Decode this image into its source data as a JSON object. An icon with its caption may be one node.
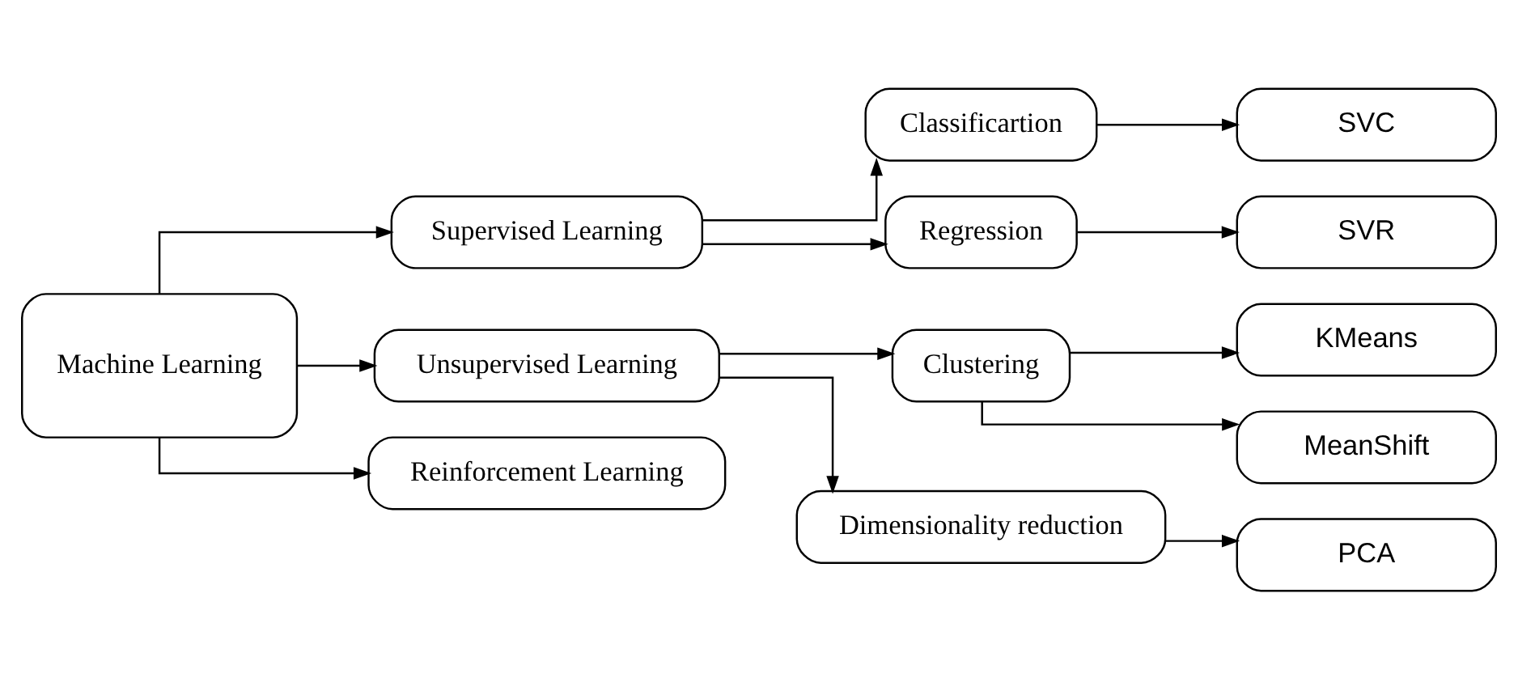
{
  "diagram": {
    "nodes": [
      {
        "text": [
          "Machine Learning"
        ]
      },
      {
        "text": [
          "Supervised Learning"
        ]
      },
      {
        "text": [
          "Unsupervised Learning"
        ]
      },
      {
        "text": [
          "Reinforcement Learning"
        ]
      },
      {
        "text": [
          "Classificartion"
        ]
      },
      {
        "text": [
          "Regression"
        ]
      },
      {
        "text": [
          "Clustering"
        ]
      },
      {
        "text": [
          "Dimensionality reduction"
        ]
      },
      {
        "text": [
          "SVC"
        ]
      },
      {
        "text": [
          "SVR"
        ]
      },
      {
        "text": [
          "KMeans"
        ]
      },
      {
        "text": [
          "MeanShift"
        ]
      },
      {
        "text": [
          "PCA"
        ]
      }
    ],
    "edges": [
      {
        "from": 0,
        "to": 1,
        "arrow": "to"
      },
      {
        "from": 0,
        "to": 2,
        "arrow": "to"
      },
      {
        "from": 0,
        "to": 3,
        "arrow": "to"
      },
      {
        "from": 1,
        "to": 4,
        "arrow": "to"
      },
      {
        "from": 1,
        "to": 5,
        "arrow": "to"
      },
      {
        "from": 2,
        "to": 6,
        "arrow": "to"
      },
      {
        "from": 2,
        "to": 7,
        "arrow": "to"
      },
      {
        "from": 4,
        "to": 8,
        "arrow": "to"
      },
      {
        "from": 5,
        "to": 9,
        "arrow": "to"
      },
      {
        "from": 6,
        "to": 10,
        "arrow": "to"
      },
      {
        "from": 6,
        "to": 11,
        "arrow": "to"
      },
      {
        "from": 7,
        "to": 12,
        "arrow": "to"
      }
    ]
  }
}
